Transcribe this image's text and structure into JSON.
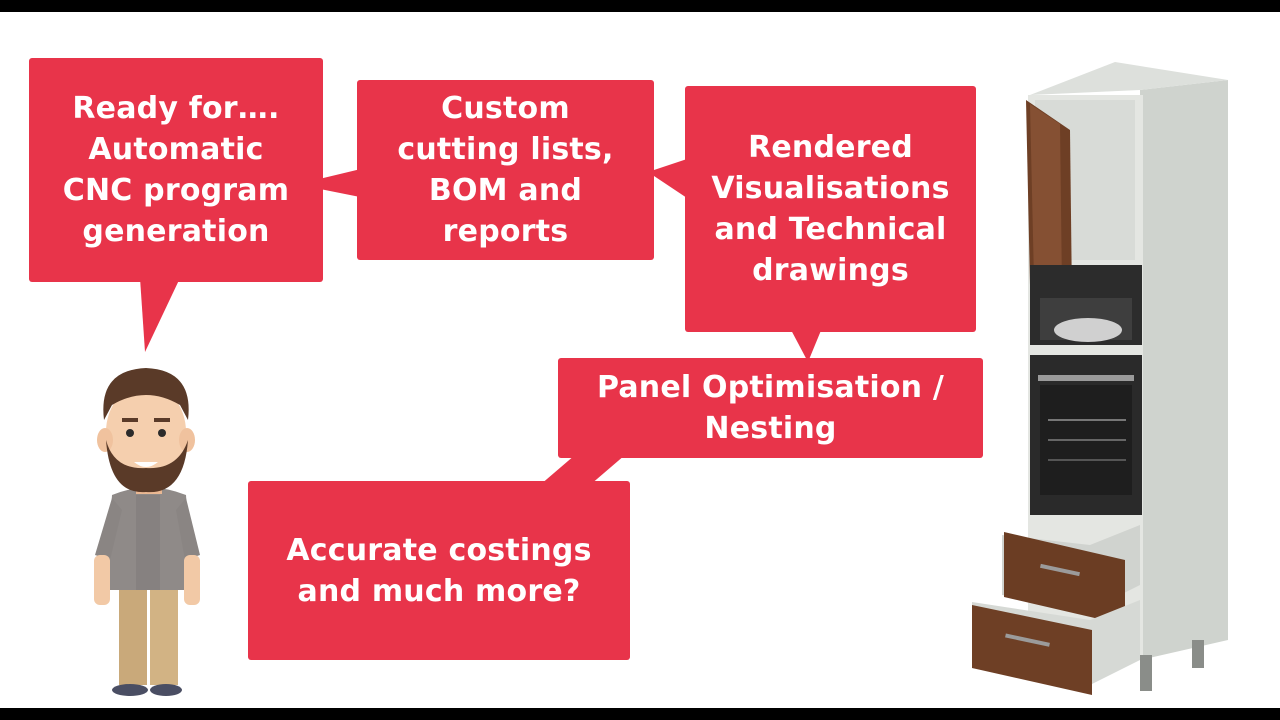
{
  "diagram": {
    "bubbles": {
      "cnc": "Ready for….\nAutomatic\nCNC program\ngeneration",
      "cutting": "Custom\ncutting lists,\nBOM and\nreports",
      "rendered": "Rendered\nVisualisations\nand Technical\ndrawings",
      "nesting": "Panel Optimisation /\nNesting",
      "costings": "Accurate costings\nand much more?"
    },
    "colors": {
      "bubble_fill": "#e8344a",
      "bubble_text": "#ffffff",
      "background": "#ffffff"
    },
    "illustrations": [
      "bearded-man-character",
      "tall-oven-housing-cabinet"
    ]
  }
}
